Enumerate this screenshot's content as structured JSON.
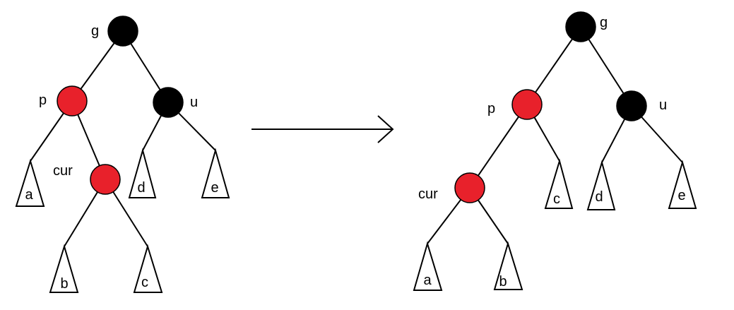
{
  "colors": {
    "red": "#e8212b",
    "black": "#000000",
    "line": "#000000"
  },
  "left_tree": {
    "nodes": {
      "g": {
        "label": "g",
        "color": "black"
      },
      "p": {
        "label": "p",
        "color": "red"
      },
      "u": {
        "label": "u",
        "color": "black"
      },
      "cur": {
        "label": "cur",
        "color": "red"
      }
    },
    "subtrees": [
      "a",
      "b",
      "c",
      "d",
      "e"
    ]
  },
  "right_tree": {
    "nodes": {
      "g": {
        "label": "g",
        "color": "black"
      },
      "p": {
        "label": "p",
        "color": "red"
      },
      "u": {
        "label": "u",
        "color": "black"
      },
      "cur": {
        "label": "cur",
        "color": "red"
      }
    },
    "subtrees": [
      "a",
      "b",
      "c",
      "d",
      "e"
    ]
  }
}
